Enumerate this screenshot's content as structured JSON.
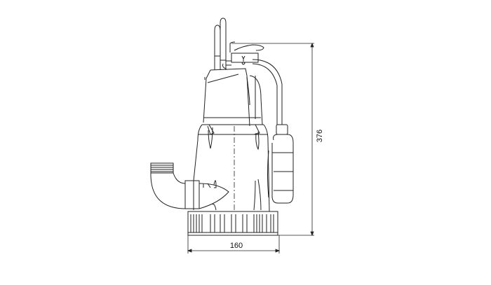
{
  "drawing": {
    "subject": "submersible pump with float switch — side elevation",
    "line_color": "#222222",
    "dimensions": {
      "height": {
        "value": "376",
        "unit": "mm",
        "orientation": "vertical"
      },
      "width": {
        "value": "160",
        "unit": "mm",
        "orientation": "horizontal"
      }
    }
  }
}
